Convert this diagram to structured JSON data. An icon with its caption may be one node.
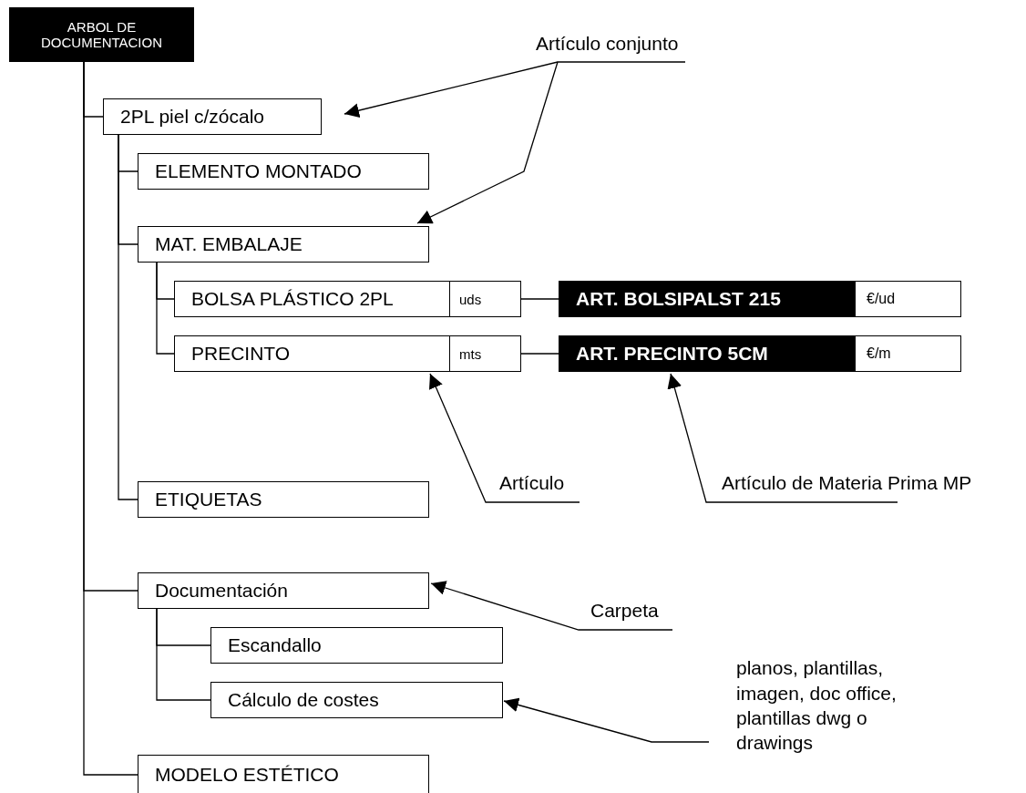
{
  "diagram": {
    "nodes": [
      {
        "text": [
          "ARBOL DE DOCUMENTACION"
        ]
      },
      {
        "text": [
          "2PL piel c/zócalo"
        ]
      },
      {
        "text": [
          "ELEMENTO MONTADO"
        ]
      },
      {
        "text": [
          "MAT. EMBALAJE"
        ]
      },
      {
        "text": [
          "BOLSA PLÁSTICO 2PL",
          "uds"
        ]
      },
      {
        "text": [
          "ART. BOLSIPALST 215",
          "€/ud"
        ]
      },
      {
        "text": [
          "PRECINTO",
          "mts"
        ]
      },
      {
        "text": [
          "ART. PRECINTO 5CM",
          "€/m"
        ]
      },
      {
        "text": [
          "ETIQUETAS"
        ]
      },
      {
        "text": [
          "Documentación"
        ]
      },
      {
        "text": [
          "Escandallo"
        ]
      },
      {
        "text": [
          "Cálculo de costes"
        ]
      },
      {
        "text": [
          "MODELO ESTÉTICO"
        ]
      },
      {
        "text": [
          "Artículo  conjunto"
        ]
      },
      {
        "text": [
          "Artículo"
        ]
      },
      {
        "text": [
          "Artículo de Materia Prima MP"
        ]
      },
      {
        "text": [
          "Carpeta"
        ]
      },
      {
        "text": [
          "planos, plantillas, imagen, doc office, plantillas dwg o drawings"
        ]
      }
    ],
    "edges": [
      {
        "from": 0,
        "to": 1,
        "arrow": "none"
      },
      {
        "from": 0,
        "to": 9,
        "arrow": "none"
      },
      {
        "from": 0,
        "to": 12,
        "arrow": "none"
      },
      {
        "from": 1,
        "to": 2,
        "arrow": "none"
      },
      {
        "from": 1,
        "to": 3,
        "arrow": "none"
      },
      {
        "from": 1,
        "to": 8,
        "arrow": "none"
      },
      {
        "from": 3,
        "to": 4,
        "arrow": "none"
      },
      {
        "from": 3,
        "to": 6,
        "arrow": "none"
      },
      {
        "from": 4,
        "to": 5,
        "arrow": "none"
      },
      {
        "from": 6,
        "to": 7,
        "arrow": "none"
      },
      {
        "from": 9,
        "to": 10,
        "arrow": "none"
      },
      {
        "from": 9,
        "to": 11,
        "arrow": "none"
      },
      {
        "from": 13,
        "to": 1,
        "arrow": "to"
      },
      {
        "from": 13,
        "to": 3,
        "arrow": "to"
      },
      {
        "from": 14,
        "to": 6,
        "arrow": "to"
      },
      {
        "from": 15,
        "to": 7,
        "arrow": "to"
      },
      {
        "from": 16,
        "to": 9,
        "arrow": "to"
      },
      {
        "from": 17,
        "to": 11,
        "arrow": "to"
      }
    ]
  }
}
